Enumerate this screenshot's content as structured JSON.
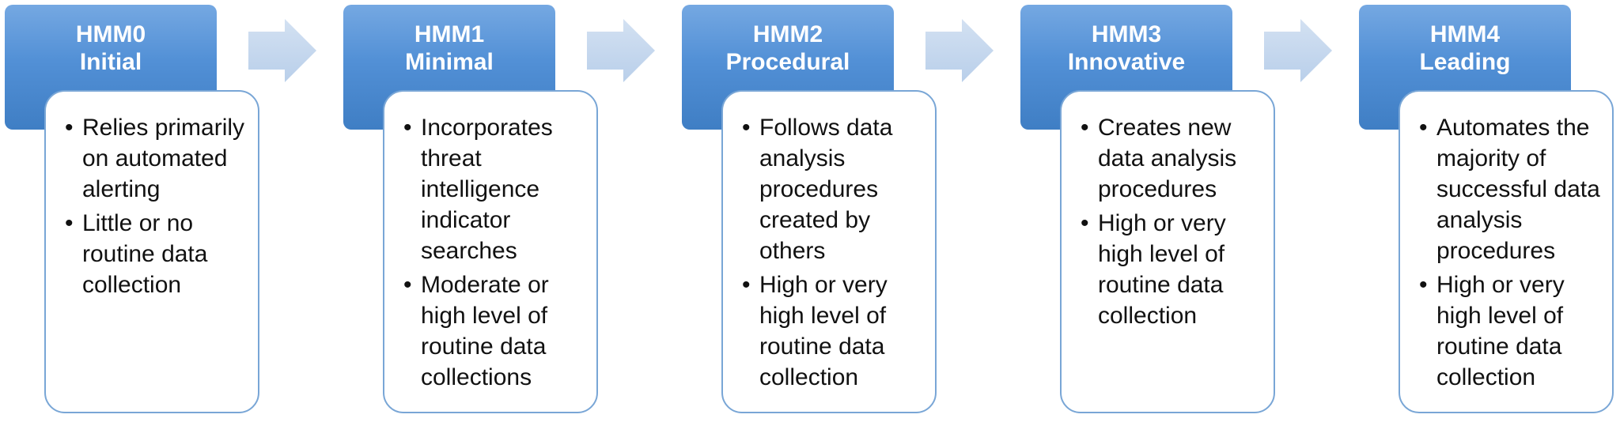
{
  "stages": [
    {
      "code": "HMM0",
      "name": "Initial",
      "bullets": [
        "Relies primarily on automated alerting",
        "Little or no routine data collection"
      ]
    },
    {
      "code": "HMM1",
      "name": "Minimal",
      "bullets": [
        "Incorporates threat intelligence indicator searches",
        "Moderate or high level of routine data collections"
      ]
    },
    {
      "code": "HMM2",
      "name": "Procedural",
      "bullets": [
        "Follows data analysis procedures created by others",
        "High or very high level of routine data collection"
      ]
    },
    {
      "code": "HMM3",
      "name": "Innovative",
      "bullets": [
        "Creates new data analysis procedures",
        "High or very high level of routine data collection"
      ]
    },
    {
      "code": "HMM4",
      "name": "Leading",
      "bullets": [
        "Automates the majority of successful data analysis procedures",
        "High or very high level of routine data collection"
      ]
    }
  ],
  "colors": {
    "header_fill": "#5290d6",
    "card_border": "#79a6d6",
    "arrow_fill": "#c5d7ee"
  }
}
